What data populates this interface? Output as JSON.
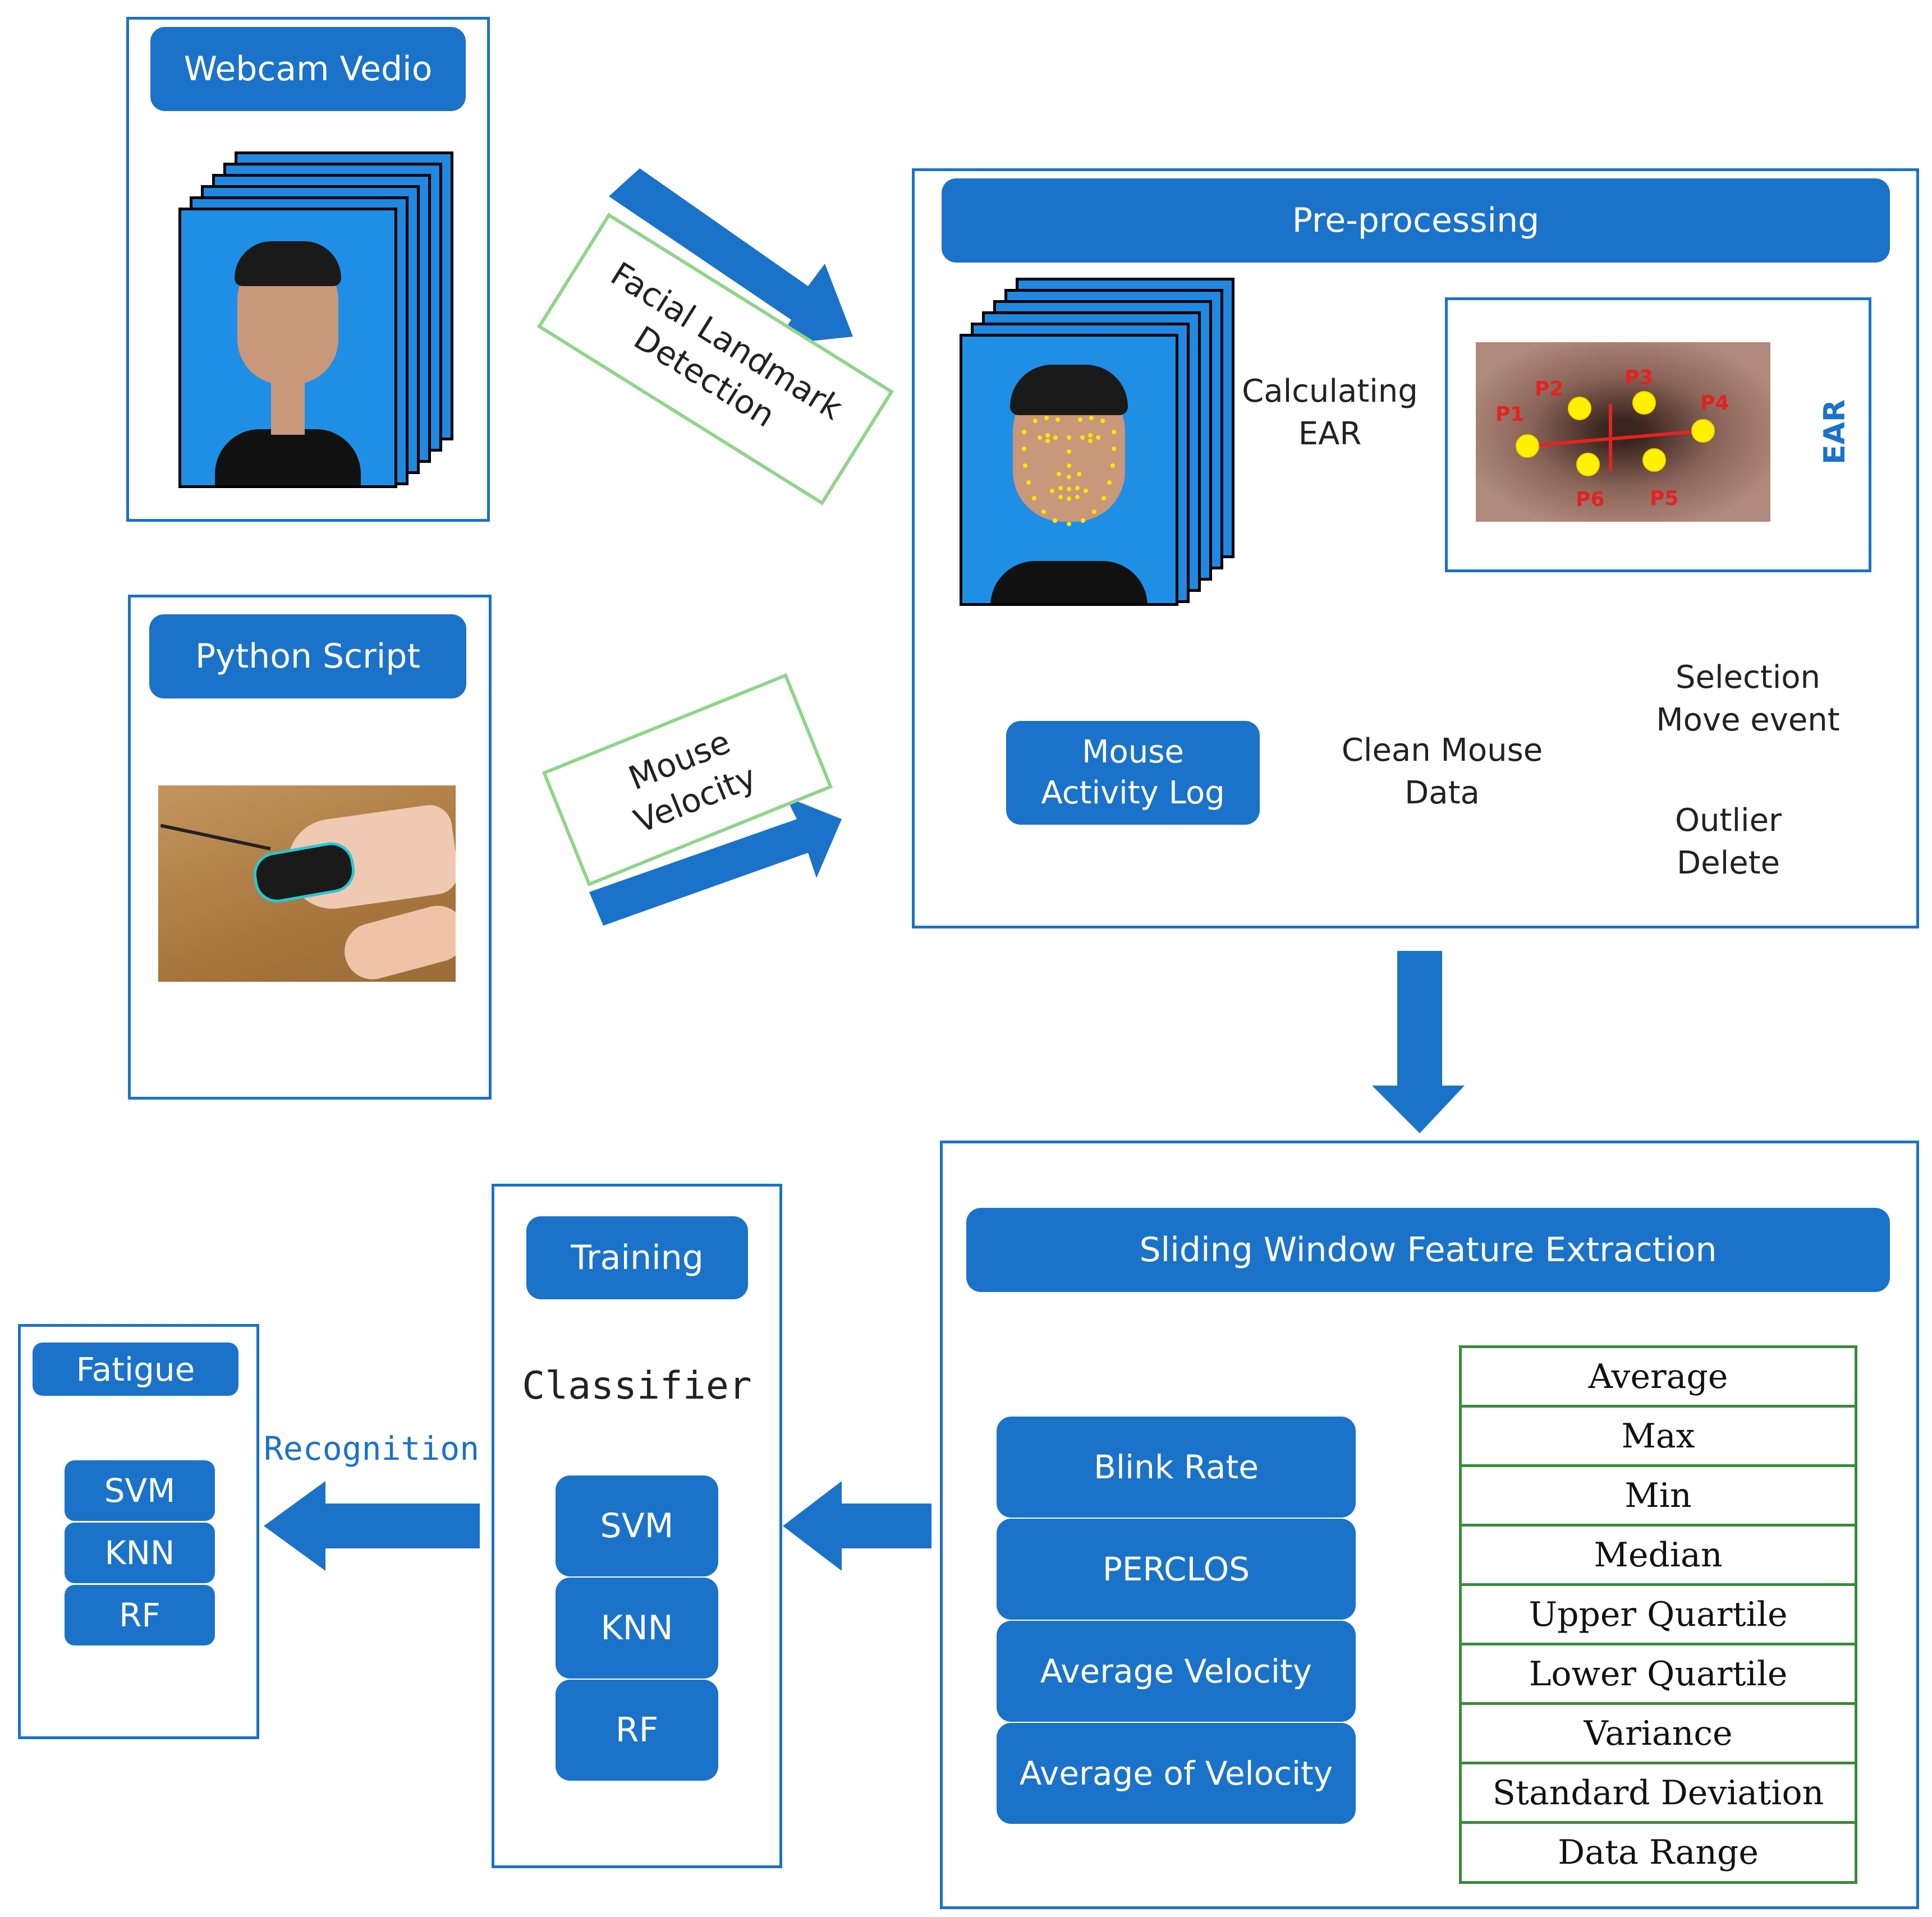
{
  "webcam": {
    "title": "Webcam Vedio"
  },
  "python": {
    "title": "Python Script"
  },
  "arrows": {
    "facial_landmark": "Facial Landmark\nDetection",
    "mouse_velocity": "Mouse\nVelocity"
  },
  "preprocessing": {
    "title": "Pre-processing",
    "calc_ear": "Calculating\nEAR",
    "ear_label": "EAR",
    "eye_points": [
      "P1",
      "P2",
      "P3",
      "P4",
      "P5",
      "P6"
    ],
    "mouse_log": "Mouse\nActivity Log",
    "clean_data": "Clean Mouse\nData",
    "selection": "Selection\nMove event",
    "outlier": "Outlier\nDelete"
  },
  "features": {
    "title": "Sliding Window Feature Extraction",
    "items": [
      "Blink Rate",
      "PERCLOS",
      "Average Velocity",
      "Average of Velocity"
    ],
    "stats": [
      "Average",
      "Max",
      "Min",
      "Median",
      "Upper Quartile",
      "Lower Quartile",
      "Variance",
      "Standard Deviation",
      "Data Range"
    ]
  },
  "training": {
    "title": "Training",
    "classifier": "Classifier",
    "models": [
      "SVM",
      "KNN",
      "RF"
    ]
  },
  "recognition_label": "Recognition",
  "fatigue": {
    "title": "Fatigue",
    "models": [
      "SVM",
      "KNN",
      "RF"
    ]
  },
  "colors": {
    "primary": "#1b72c9",
    "green": "#8fd48a",
    "red": "#e52222",
    "yellow": "#fff200"
  }
}
